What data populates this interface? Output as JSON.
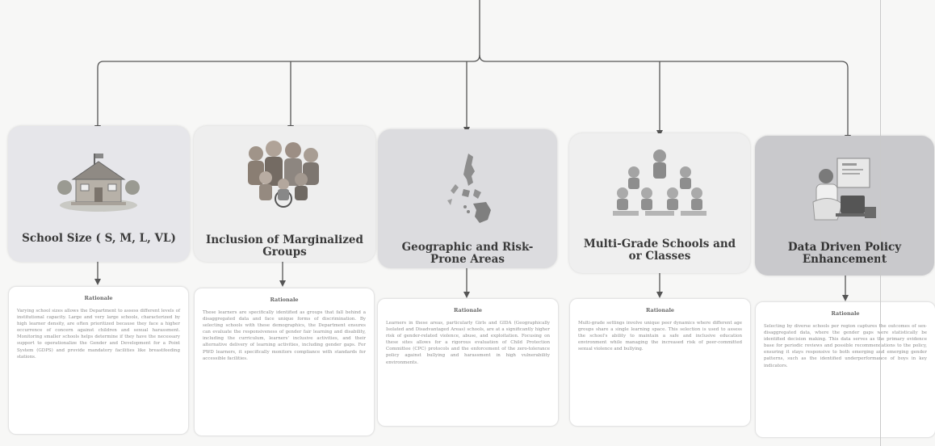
{
  "categories": [
    {
      "title": "School Size ( S, M, L, VL)",
      "icon": "school-building-icon",
      "rationale_label": "Rationale",
      "rationale_text": "Varying school sizes allows the Department to assess different levels of institutional capacity. Large and very large schools, characterized by high learner density, are often prioritized because they face a higher occurrence of concern against children and sexual harassment. Monitoring smaller schools helps determine if they have the necessary support to operationalize the Gender and Development for a Point System (GDPS) and provide mandatory facilities like breastfeeding stations."
    },
    {
      "title": "Inclusion of Marginalized Groups",
      "icon": "diverse-group-icon",
      "rationale_label": "Rationale",
      "rationale_text": "These learners are specifically identified as groups that fall behind a disaggregated data and face unique forms of discrimination. By selecting schools with these demographics, the Department ensures can evaluate the responsiveness of gender fair learning and disability, including the curriculum, learners' inclusive activities, and their alternative delivery of learning activities, including gender gaps. For PWD learners, it specifically monitors compliance with standards for accessible facilities."
    },
    {
      "title": "Geographic and Risk-Prone Areas",
      "icon": "philippines-map-icon",
      "rationale_label": "Rationale",
      "rationale_text": "Learners in these areas, particularly Girls and GIDA (Geographically Isolated and Disadvantaged Areas) schools, are at a significantly higher risk of gender-related violence, abuse, and exploitation. Focusing on these sites allows for a rigorous evaluation of Child Protection Committee (CPC) protocols and the enforcement of the zero-tolerance policy against bullying and harassment in high vulnerability environments."
    },
    {
      "title": "Multi-Grade Schools and or Classes",
      "icon": "classroom-children-icon",
      "rationale_label": "Rationale",
      "rationale_text": "Multi-grade settings involve unique peer dynamics where different age groups share a single learning space. This selection is used to assess the school's ability to maintain a safe and inclusive education environment while managing the increased risk of peer-committed sexual violence and bullying."
    },
    {
      "title": "Data Driven Policy Enhancement",
      "icon": "teacher-laptop-icon",
      "rationale_label": "Rationale",
      "rationale_text": "Selecting by diverse schools per region captures the outcomes of sex-disaggregated data, where the gender gaps were statistically be identified decision making. This data serves as the primary evidence base for periodic reviews and possible recommendations to the policy, ensuring it stays responsive to both emerging and emerging gender patterns, such as the identified underperformance of boys in key indicators."
    }
  ]
}
